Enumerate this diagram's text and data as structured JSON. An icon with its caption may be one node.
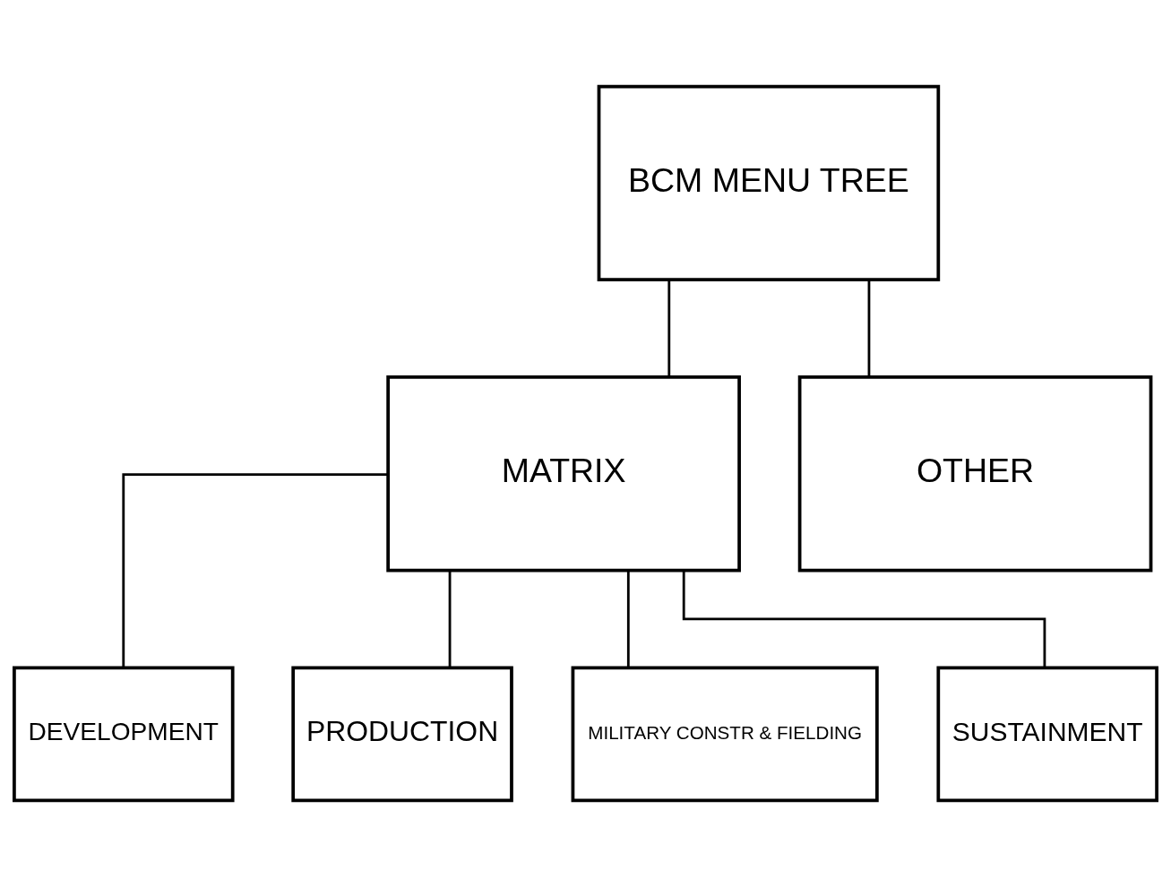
{
  "diagram": {
    "nodes": [
      {
        "text": [
          "BCM MENU TREE"
        ]
      },
      {
        "text": [
          "MATRIX"
        ]
      },
      {
        "text": [
          "OTHER"
        ]
      },
      {
        "text": [
          "DEVELOPMENT"
        ]
      },
      {
        "text": [
          "PRODUCTION"
        ]
      },
      {
        "text": [
          "MILITARY CONSTR & FIELDING"
        ]
      },
      {
        "text": [
          "SUSTAINMENT"
        ]
      }
    ],
    "edges": [
      {
        "from": 0,
        "to": 1,
        "arrow": "none"
      },
      {
        "from": 0,
        "to": 2,
        "arrow": "none"
      },
      {
        "from": 1,
        "to": 3,
        "arrow": "none"
      },
      {
        "from": 1,
        "to": 4,
        "arrow": "none"
      },
      {
        "from": 1,
        "to": 5,
        "arrow": "none"
      },
      {
        "from": 1,
        "to": 6,
        "arrow": "none"
      }
    ]
  }
}
